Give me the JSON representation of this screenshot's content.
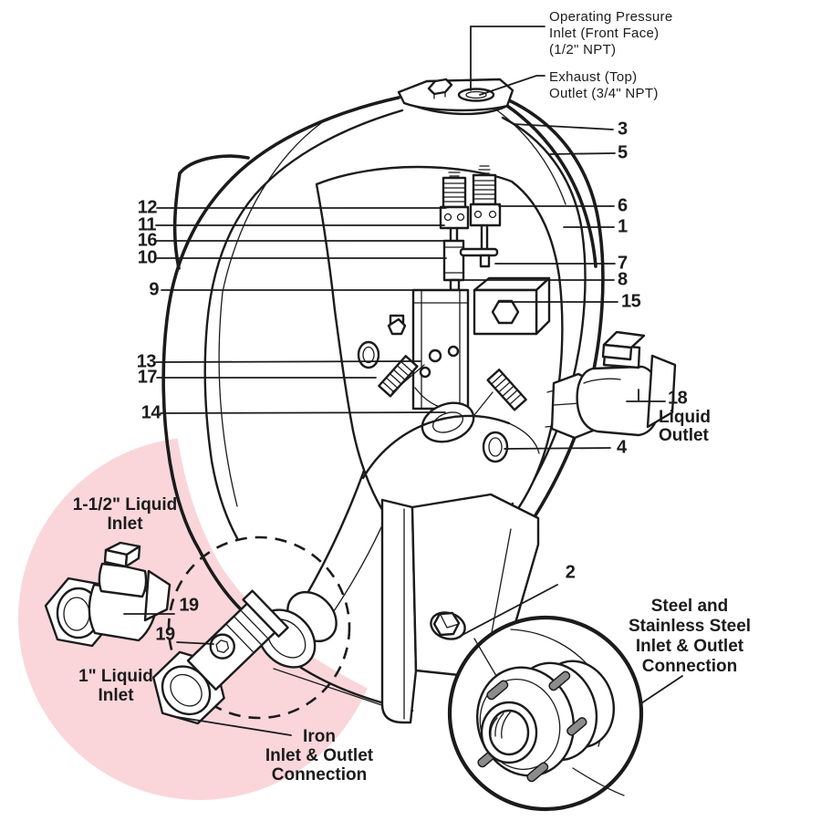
{
  "colors": {
    "line": "#1b1b1b",
    "highlight_pink": "#fad6da",
    "stud_gray": "#8c8c8c",
    "background": "#ffffff"
  },
  "top_labels": {
    "operating_pressure": {
      "lines": [
        "Operating Pressure",
        "Inlet (Front Face)",
        "(1/2\" NPT)"
      ]
    },
    "exhaust": {
      "lines": [
        "Exhaust (Top)",
        "Outlet (3/4\" NPT)"
      ]
    }
  },
  "callouts": [
    {
      "id": "3",
      "label": "3"
    },
    {
      "id": "5",
      "label": "5"
    },
    {
      "id": "6",
      "label": "6"
    },
    {
      "id": "1",
      "label": "1"
    },
    {
      "id": "7",
      "label": "7"
    },
    {
      "id": "8",
      "label": "8"
    },
    {
      "id": "15",
      "label": "15"
    },
    {
      "id": "12",
      "label": "12"
    },
    {
      "id": "11",
      "label": "11"
    },
    {
      "id": "16",
      "label": "16"
    },
    {
      "id": "10",
      "label": "10"
    },
    {
      "id": "9",
      "label": "9"
    },
    {
      "id": "13",
      "label": "13"
    },
    {
      "id": "17",
      "label": "17"
    },
    {
      "id": "14",
      "label": "14"
    },
    {
      "id": "4",
      "label": "4"
    },
    {
      "id": "2",
      "label": "2"
    },
    {
      "id": "18",
      "label": "18"
    },
    {
      "id": "19-upper",
      "label": "19"
    },
    {
      "id": "19-lower",
      "label": "19"
    }
  ],
  "section_labels": {
    "liquid_outlet": {
      "lines": [
        "Liquid",
        "Outlet"
      ]
    },
    "inlet_1_5": {
      "lines": [
        "1-1/2\" Liquid",
        "Inlet"
      ]
    },
    "inlet_1": {
      "lines": [
        "1\" Liquid",
        "Inlet"
      ]
    },
    "iron_connection": {
      "lines": [
        "Iron",
        "Inlet & Outlet",
        "Connection"
      ]
    },
    "steel_connection": {
      "lines": [
        "Steel and",
        "Stainless Steel",
        "Inlet & Outlet",
        "Connection"
      ]
    }
  }
}
